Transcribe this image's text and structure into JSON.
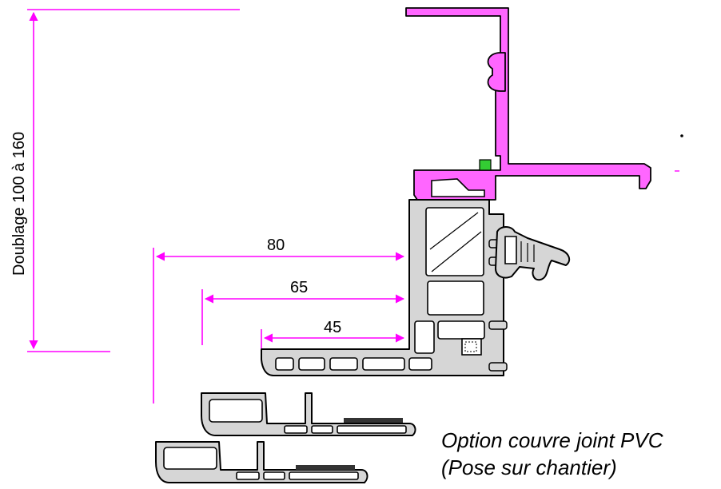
{
  "dimensions": {
    "doublage": "Doublage 100 à 160",
    "d80": "80",
    "d65": "65",
    "d45": "45"
  },
  "note": {
    "line1": "Option couvre joint PVC",
    "line2": "(Pose sur chantier)"
  },
  "colors": {
    "dimension": "#ff00ff",
    "profile_fill": "#d6d6d6",
    "cover_profile": "#ff66ff",
    "seal": "#33cc33"
  }
}
